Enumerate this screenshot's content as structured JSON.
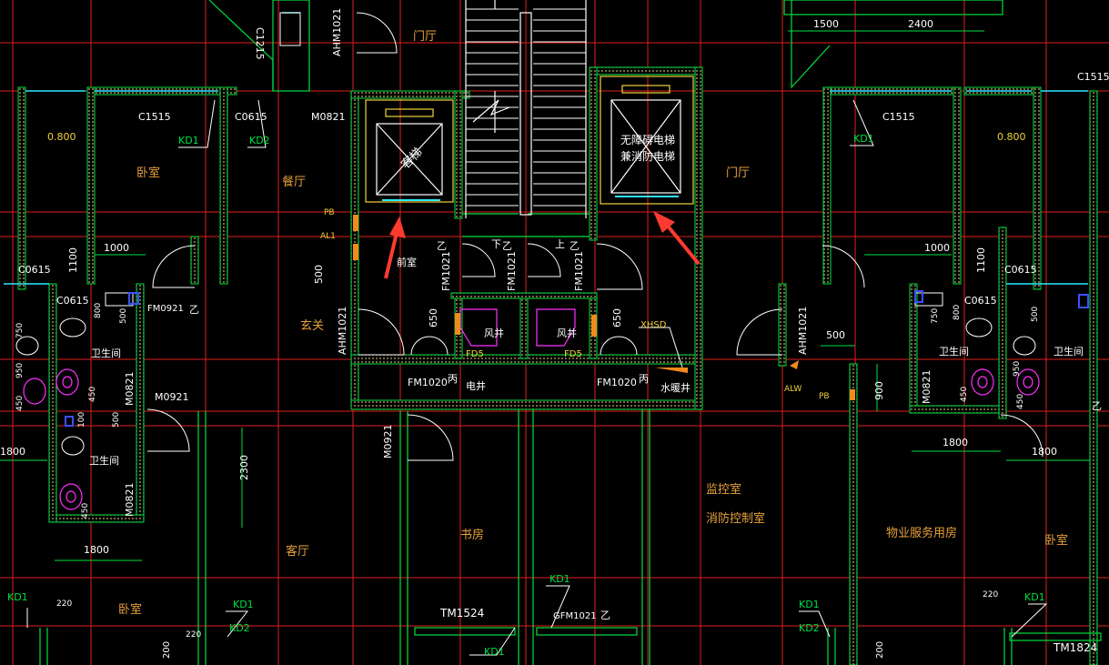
{
  "colors": {
    "background": "#000000",
    "grid": "#e0201b",
    "wall": "#00e040",
    "wall_hatch": "#c8b46e",
    "magenta": "#ff30ff",
    "cyan": "#2ee6ff",
    "white": "#ffffff",
    "room_label": "#e6a03c",
    "tag_label": "#f0d23c",
    "arrow": "#ff3b30"
  },
  "rooms": {
    "men_ting_1": "门厅",
    "men_ting_2": "门厅",
    "ke_ti": "客梯",
    "wuzhangai": "无障碍电梯",
    "xiaofang_dianti": "兼消防电梯",
    "wo_shi_1": "卧室",
    "wo_shi_2": "卧室",
    "wo_shi_3": "卧室",
    "can_ting": "餐厅",
    "qian_shi": "前室",
    "xuan_guan": "玄关",
    "wei_sheng_1": "卫生间",
    "wei_sheng_2": "卫生间",
    "wei_sheng_3": "卫生间",
    "feng_jing_1": "风井",
    "feng_jing_2": "风井",
    "dian_jing": "电井",
    "shui_nuan_jing": "水暖井",
    "jian_kong": "监控室",
    "xiaofang_kongzhi": "消防控制室",
    "shu_fang": "书房",
    "ke_ting": "客厅",
    "wuye": "物业服务用房",
    "xia": "下",
    "shang": "上"
  },
  "tags": {
    "c1515_a": "C1515",
    "c0615_a": "C0615",
    "m0821_a": "M0821",
    "kd1_a": "KD1",
    "kd2_a": "KD2",
    "c1215": "C1215",
    "ahm1021_a": "AHM1021",
    "pb_a": "PB",
    "al1": "AL1",
    "fm1021_a": "FM1021",
    "fm1021_b": "FM1021",
    "fm1021_c": "FM1021",
    "c0615_b": "C0615",
    "c0615_c": "C0615",
    "fm0921": "FM0921",
    "ahm1021_b": "AHM1021",
    "fd5_a": "FD5",
    "fd5_b": "FD5",
    "xhsd": "XHSD",
    "fm1020_a": "FM1020",
    "fm1020_b": "FM1020",
    "bing_a": "丙",
    "bing_b": "丙",
    "ahm1021_c": "AHM1021",
    "m0921_a": "M0921",
    "m0821_b": "M0821",
    "m0821_c": "M0821",
    "m0921_b": "M0921",
    "alw": "ALW",
    "pb_b": "PB",
    "c1515_b": "C1515",
    "kd1_b": "KD1",
    "c0615_d": "C0615",
    "c0615_e": "C0615",
    "c1515_c": "C1515",
    "m0821_d": "M0821",
    "tm1524": "TM1524",
    "gfm1021": "GFM1021",
    "kd1_c": "KD1",
    "kd1_d": "KD1",
    "kd1_e": "KD1",
    "kd2_b": "KD2",
    "kd1_f": "KD1",
    "kd2_c": "KD2",
    "kd1_g": "KD1",
    "tm1824": "TM1824",
    "z_1": "乙",
    "z_2": "乙",
    "z_3": "乙",
    "z_4": "乙",
    "z_5": "乙",
    "z_6": "乙"
  },
  "dims": {
    "d1500": "1500",
    "d2400": "2400",
    "d0800_a": "0.800",
    "d0800_b": "0.800",
    "d1000_a": "1000",
    "d1100_a": "1100",
    "d1000_b": "1000",
    "d1100_b": "1100",
    "d500_a": "500",
    "d650_a": "650",
    "d650_b": "650",
    "d500_b": "500",
    "d900_a": "900",
    "d750_a": "750",
    "d950_a": "950",
    "d450_a": "450",
    "d800_a": "800",
    "d500_c": "500",
    "d450_b": "450",
    "d100_a": "100",
    "d500_d": "500",
    "d450_c": "450",
    "d1800_a": "1800",
    "d2300": "2300",
    "d1800_b": "1800",
    "d1800_c": "1800",
    "d750_b": "750",
    "d800_b": "800",
    "d500_e": "500",
    "d450_d": "450",
    "d950_b": "950",
    "d450_e": "450",
    "d220_a": "220",
    "d220_b": "220",
    "d220_c": "220",
    "d200_a": "200",
    "d200_b": "200"
  }
}
